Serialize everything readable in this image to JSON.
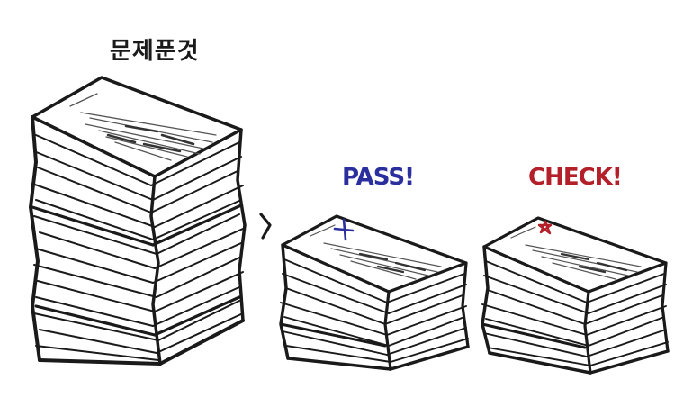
{
  "labels": {
    "main_stack": "문제푼것",
    "pass": "PASS!",
    "check": "CHECK!"
  },
  "colors": {
    "ink": "#1a1a1a",
    "pass": "#2b2f9e",
    "check": "#b3202a"
  },
  "icons": {
    "arrow": "chevron-right-icon",
    "pass_mark": "cross-mark-icon",
    "check_mark": "star-mark-icon"
  }
}
